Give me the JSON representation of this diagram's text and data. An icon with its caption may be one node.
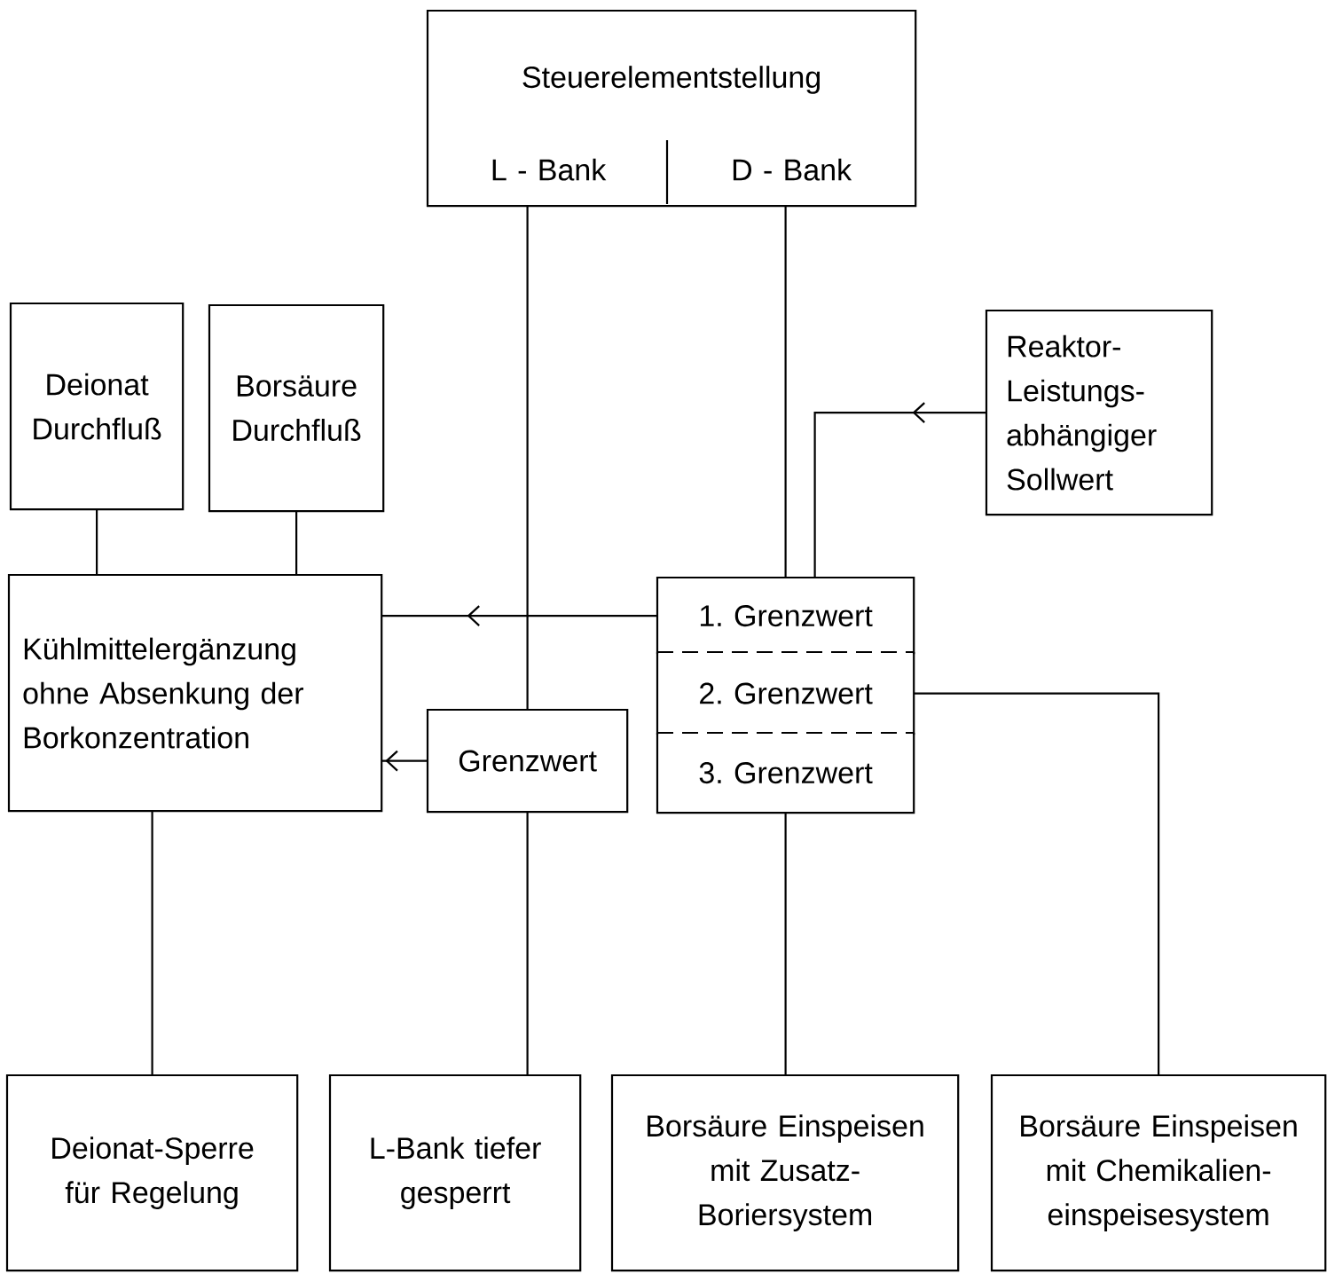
{
  "diagram": {
    "nodes": [
      {
        "text": [
          "Steuerelementstellung"
        ]
      },
      {
        "text": [
          "L - Bank"
        ],
        "in": 0
      },
      {
        "text": [
          "D - Bank"
        ],
        "in": 0
      },
      {
        "text": [
          "Deionat Durchfluß"
        ]
      },
      {
        "text": [
          "Borsäure Durchfluß"
        ]
      },
      {
        "text": [
          "Reaktor- Leistungs- abhängiger Sollwert"
        ]
      },
      {
        "text": [
          "Kühlmittelergänzung ohne Absenkung der Borkonzentration"
        ]
      },
      {
        "text": [
          "1. Grenzwert"
        ]
      },
      {
        "text": [
          "2. Grenzwert"
        ]
      },
      {
        "text": [
          "3. Grenzwert"
        ]
      },
      {
        "text": [
          "Grenzwert"
        ]
      },
      {
        "text": [
          "Deionat-Sperre für Regelung"
        ]
      },
      {
        "text": [
          "L-Bank tiefer gesperrt"
        ]
      },
      {
        "text": [
          "Borsäure Einspeisen mit Zusatz- Boriersystem"
        ]
      },
      {
        "text": [
          "Borsäure Einspeisen mit Chemikalien- einspeisesystem"
        ]
      }
    ],
    "edges": [
      {
        "from": 3,
        "to": 6,
        "arrow": "none"
      },
      {
        "from": 4,
        "to": 6,
        "arrow": "none"
      },
      {
        "from": 5,
        "to": 7,
        "arrow": "to"
      },
      {
        "from": 2,
        "to": 7,
        "arrow": "none"
      },
      {
        "from": 7,
        "to": 6,
        "arrow": "to"
      },
      {
        "from": 1,
        "to": 10,
        "arrow": "none"
      },
      {
        "from": 10,
        "to": 6,
        "arrow": "to"
      },
      {
        "from": 6,
        "to": 11,
        "arrow": "none"
      },
      {
        "from": 10,
        "to": 12,
        "arrow": "none"
      },
      {
        "from": 9,
        "to": 13,
        "arrow": "none"
      },
      {
        "from": 8,
        "to": 14,
        "arrow": "none"
      }
    ]
  }
}
